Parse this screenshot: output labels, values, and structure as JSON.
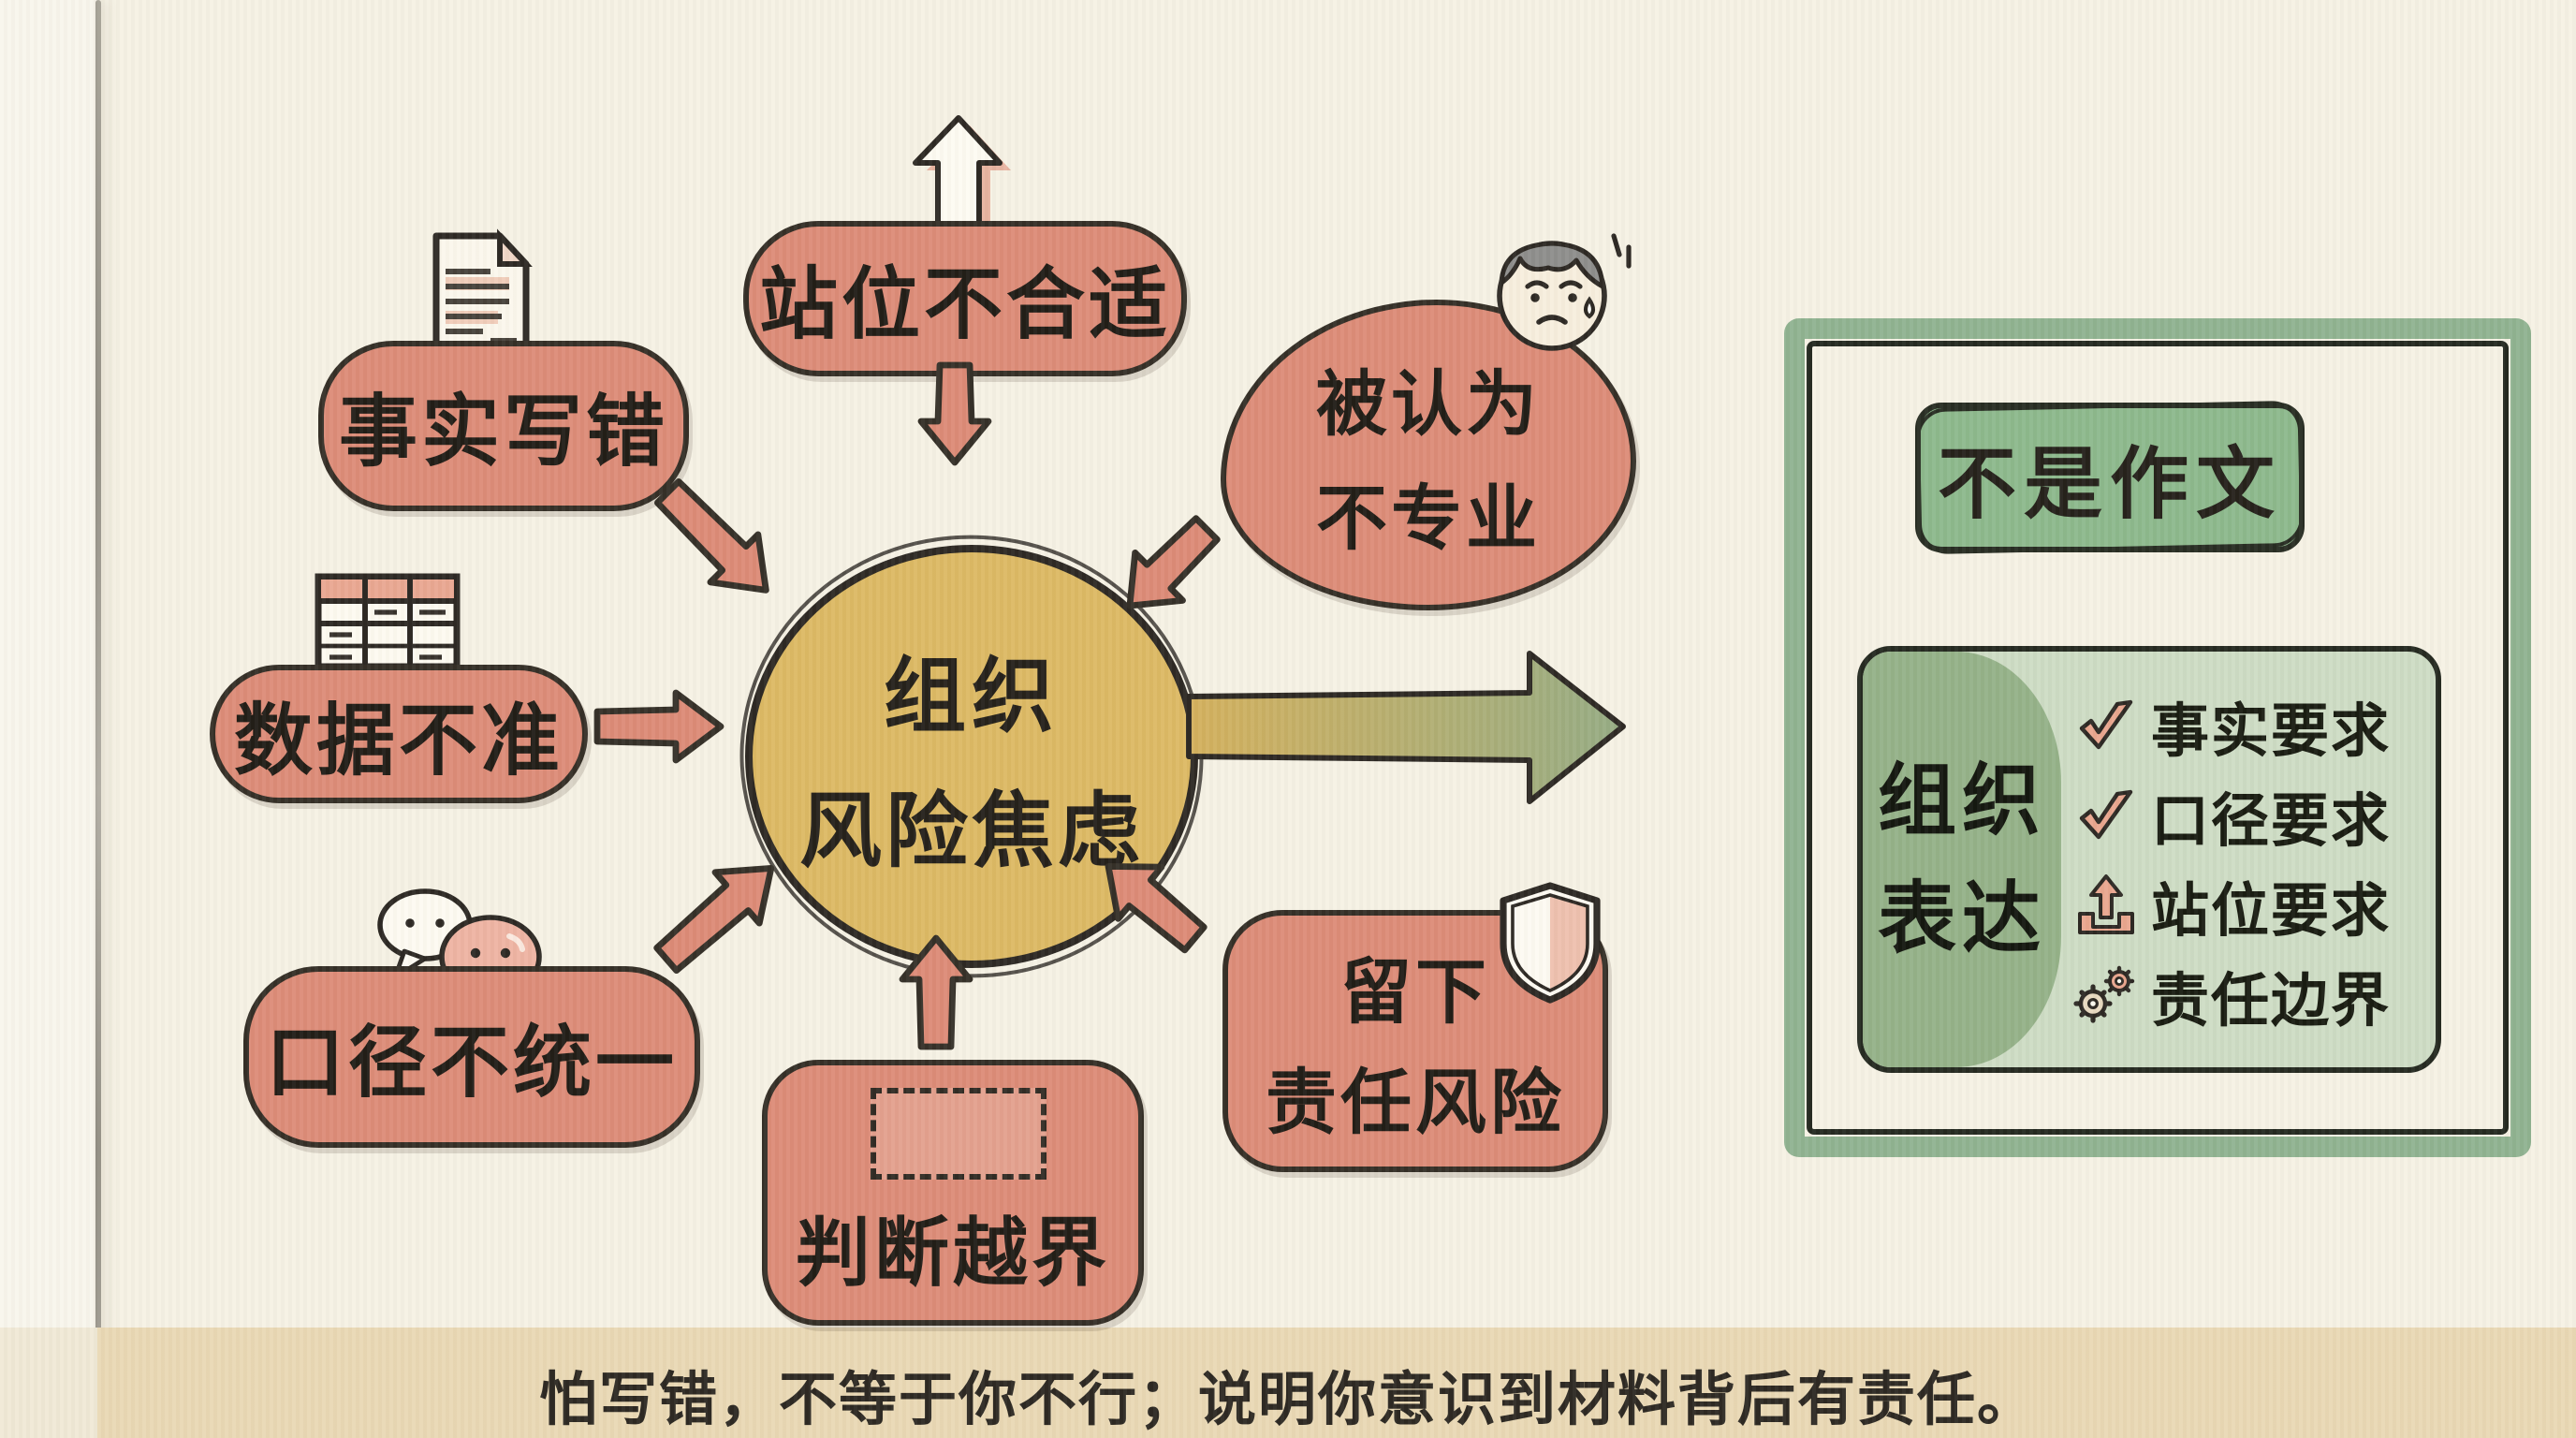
{
  "center": {
    "line1": "组织",
    "line2": "风险焦虑"
  },
  "sources": {
    "fact": {
      "label": "事实写错"
    },
    "position": {
      "label": "站位不合适"
    },
    "unprofessional": {
      "line1": "被认为",
      "line2": "不专业"
    },
    "data": {
      "label": "数据不准"
    },
    "caliber": {
      "label": "口径不统一"
    },
    "judge": {
      "label": "判断越界"
    },
    "responsibility": {
      "line1": "留下",
      "line2": "责任风险"
    }
  },
  "result": {
    "title": "不是作文",
    "subject": {
      "line1": "组织",
      "line2": "表达"
    },
    "checklist": [
      {
        "icon": "check-icon",
        "label": "事实要求"
      },
      {
        "icon": "check-icon",
        "label": "口径要求"
      },
      {
        "icon": "upload-icon",
        "label": "站位要求"
      },
      {
        "icon": "gears-icon",
        "label": "责任边界"
      }
    ]
  },
  "caption": "怕写错，不等于你不行；说明你意识到材料背后有责任。",
  "colors": {
    "background": "#f5f1e4",
    "salmon": "#dc8b77",
    "gold_circle": "#dcb963",
    "ink": "#2b2722",
    "frame_green": "#8fb290",
    "title_green": "#8cb88c",
    "panel_light_green": "#cddcc4",
    "panel_dark_green": "#94b188",
    "check_pink": "#e9a68e",
    "bottom_band": "#e9d8b4",
    "arrow_gradient_start": "#d4b05c",
    "arrow_gradient_end": "#95ac84"
  }
}
